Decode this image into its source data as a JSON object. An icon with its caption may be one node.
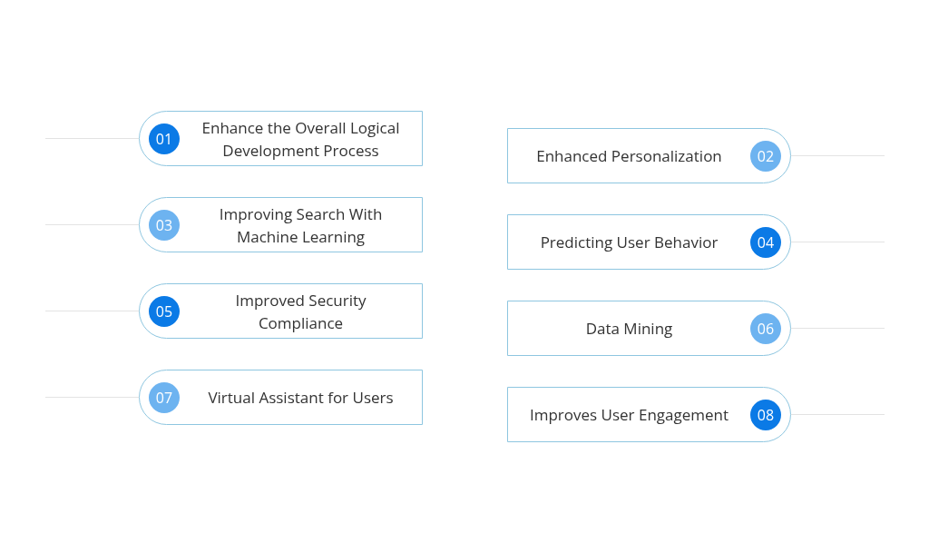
{
  "diagram": {
    "nodes": [
      {
        "text": [
          "01",
          "Enhance the Overall Logical Development Process"
        ]
      },
      {
        "text": [
          "Enhanced Personalization",
          "02"
        ]
      },
      {
        "text": [
          "03",
          "Improving Search With Machine Learning"
        ]
      },
      {
        "text": [
          "Predicting User Behavior",
          "04"
        ]
      },
      {
        "text": [
          "05",
          "Improved Security Compliance"
        ]
      },
      {
        "text": [
          "Data Mining",
          "06"
        ]
      },
      {
        "text": [
          "07",
          "Virtual Assistant for Users"
        ]
      },
      {
        "text": [
          "Improves User Engagement",
          "08"
        ]
      }
    ],
    "edges": [
      {
        "from": null,
        "to": 0,
        "arrow": "none"
      },
      {
        "from": null,
        "to": 1,
        "arrow": "none"
      },
      {
        "from": null,
        "to": 2,
        "arrow": "none"
      },
      {
        "from": null,
        "to": 3,
        "arrow": "none"
      },
      {
        "from": null,
        "to": 4,
        "arrow": "none"
      },
      {
        "from": null,
        "to": 5,
        "arrow": "none"
      },
      {
        "from": null,
        "to": 6,
        "arrow": "none"
      },
      {
        "from": null,
        "to": 7,
        "arrow": "none"
      }
    ]
  }
}
